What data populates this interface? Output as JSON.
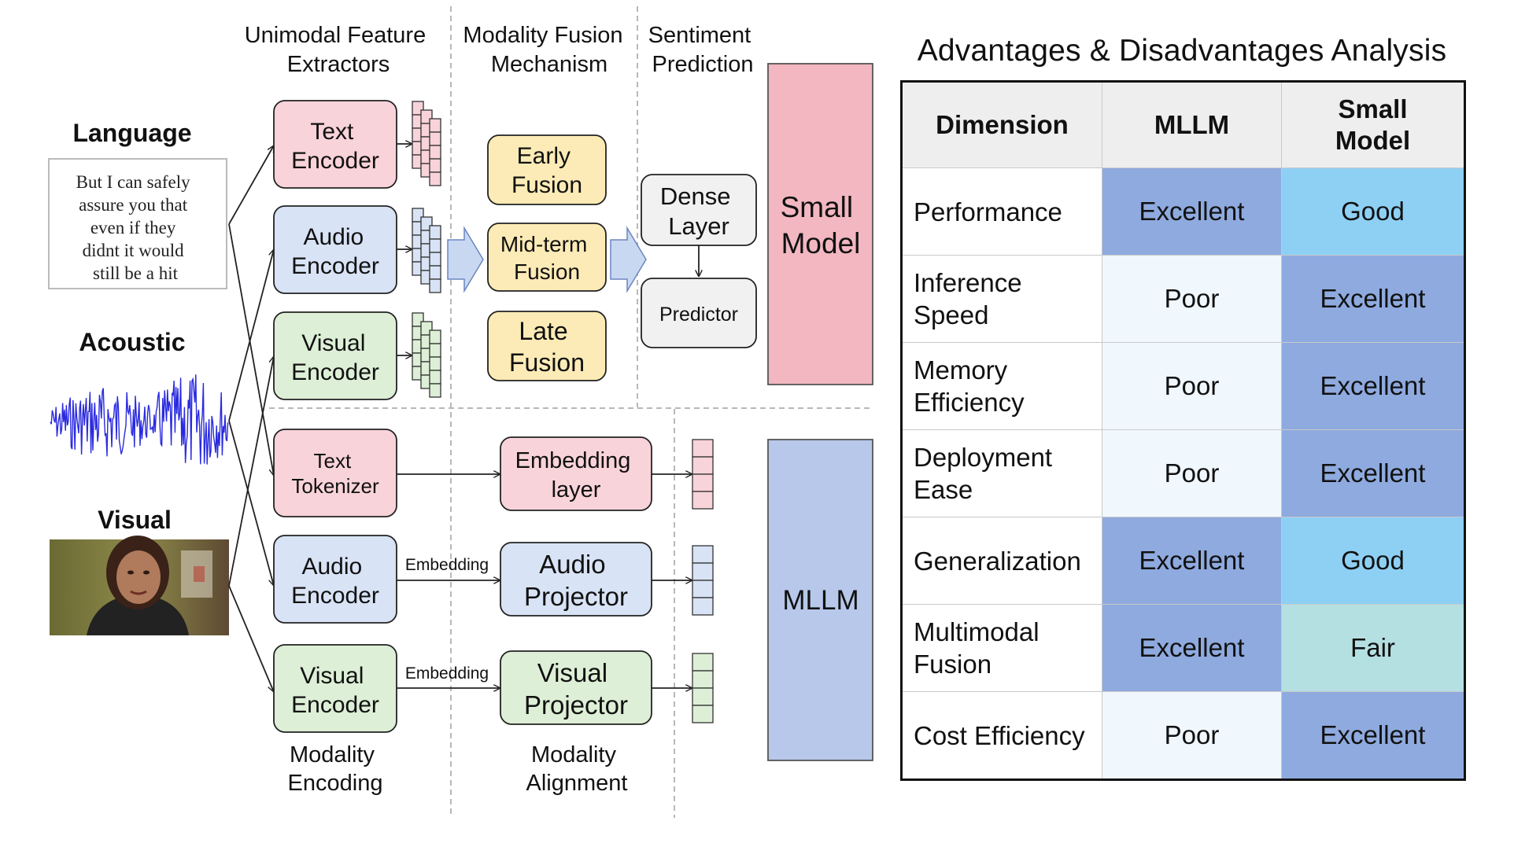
{
  "diagram": {
    "column_headers": {
      "unimodal": [
        "Unimodal Feature",
        "Extractors"
      ],
      "fusion": [
        "Modality Fusion",
        "Mechanism"
      ],
      "sentiment": [
        "Sentiment",
        "Prediction"
      ]
    },
    "inputs": {
      "language_label": "Language",
      "language_text": [
        "But I can safely",
        "assure you that",
        "even if they",
        "didnt it would",
        "still be a hit"
      ],
      "acoustic_label": "Acoustic",
      "visual_label": "Visual"
    },
    "small_model_path": {
      "encoders": [
        {
          "lines": [
            "Text",
            "Encoder"
          ],
          "color": "#f9d3da"
        },
        {
          "lines": [
            "Audio",
            "Encoder"
          ],
          "color": "#d8e3f5"
        },
        {
          "lines": [
            "Visual",
            "Encoder"
          ],
          "color": "#ddefd6"
        }
      ],
      "fusions": [
        {
          "lines": [
            "Early",
            "Fusion"
          ]
        },
        {
          "lines": [
            "Mid-term",
            "Fusion"
          ]
        },
        {
          "lines": [
            "Late",
            "Fusion"
          ]
        }
      ],
      "dense_layer": [
        "Dense",
        "Layer"
      ],
      "predictor": "Predictor",
      "model_label": [
        "Small",
        "Model"
      ]
    },
    "mllm_path": {
      "encoders": [
        {
          "lines": [
            "Text",
            "Tokenizer"
          ],
          "color": "#f9d3da"
        },
        {
          "lines": [
            "Audio",
            "Encoder"
          ],
          "color": "#d8e3f5"
        },
        {
          "lines": [
            "Visual",
            "Encoder"
          ],
          "color": "#ddefd6"
        }
      ],
      "embedding_label": "Embedding",
      "aligners": [
        {
          "lines": [
            "Embedding",
            "layer"
          ],
          "color": "#f9d3da"
        },
        {
          "lines": [
            "Audio",
            "Projector"
          ],
          "color": "#d8e3f5"
        },
        {
          "lines": [
            "Visual",
            "Projector"
          ],
          "color": "#ddefd6"
        }
      ],
      "model_label": "MLLM",
      "stage_encoding": [
        "Modality",
        "Encoding"
      ],
      "stage_alignment": [
        "Modality",
        "Alignment"
      ]
    },
    "colors": {
      "text": "#f9d3da",
      "audio": "#d8e3f5",
      "visual": "#ddefd6",
      "fusion": "#fcebb6",
      "small_model": "#f2b7c0",
      "mllm": "#b7c8ea",
      "arrow_fill": "#c9d8f1"
    }
  },
  "table": {
    "title": "Advantages & Disadvantages Analysis",
    "headers": {
      "dimension": "Dimension",
      "mllm": "MLLM",
      "small_model": "Small Model"
    },
    "rows": [
      {
        "dimension": "Performance",
        "mllm": "Excellent",
        "small": "Good"
      },
      {
        "dimension": "Inference Speed",
        "mllm": "Poor",
        "small": "Excellent"
      },
      {
        "dimension": "Memory Efficiency",
        "mllm": "Poor",
        "small": "Excellent"
      },
      {
        "dimension": "Deployment Ease",
        "mllm": "Poor",
        "small": "Excellent"
      },
      {
        "dimension": "Generalization",
        "mllm": "Excellent",
        "small": "Good"
      },
      {
        "dimension": "Multimodal Fusion",
        "mllm": "Excellent",
        "small": "Fair"
      },
      {
        "dimension": "Cost Efficiency",
        "mllm": "Poor",
        "small": "Excellent"
      }
    ],
    "level_colors": {
      "Excellent": "#8eaadf",
      "Good": "#8ed0f4",
      "Fair": "#b5e0e2",
      "Poor": "#f0f7fd"
    }
  }
}
